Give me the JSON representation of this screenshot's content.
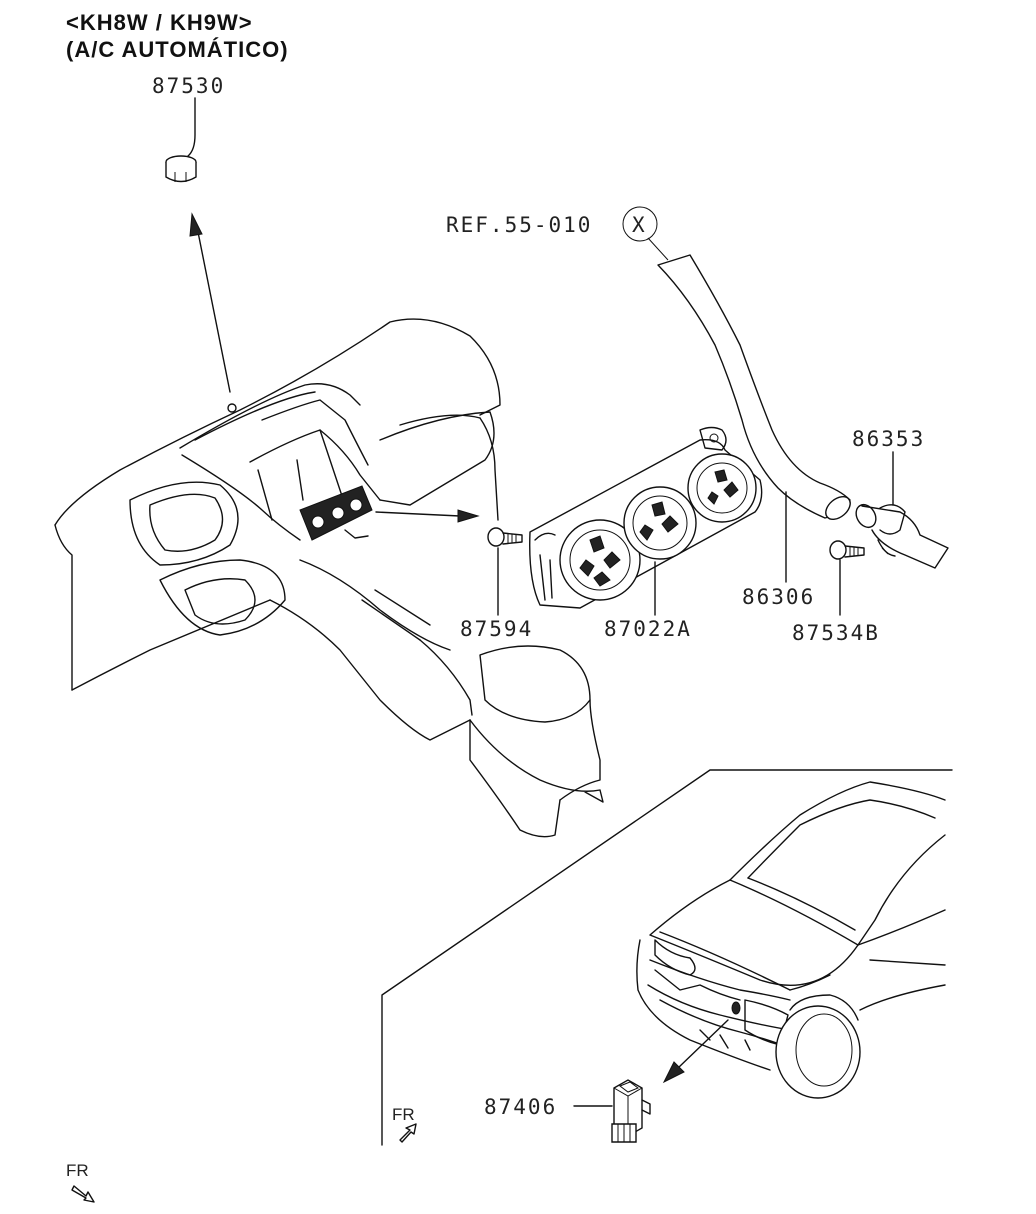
{
  "header": {
    "line1": "<KH8W / KH9W>",
    "line2": "(A/C AUTOMÁTICO)"
  },
  "reference": {
    "text": "REF.55-010",
    "marker": "X"
  },
  "parts": {
    "p87530": "87530",
    "p86353": "86353",
    "p87594": "87594",
    "p87022A": "87022A",
    "p86306": "86306",
    "p87534B": "87534B",
    "p87406": "87406"
  },
  "direction": {
    "inset_label": "FR",
    "corner_label": "FR"
  }
}
